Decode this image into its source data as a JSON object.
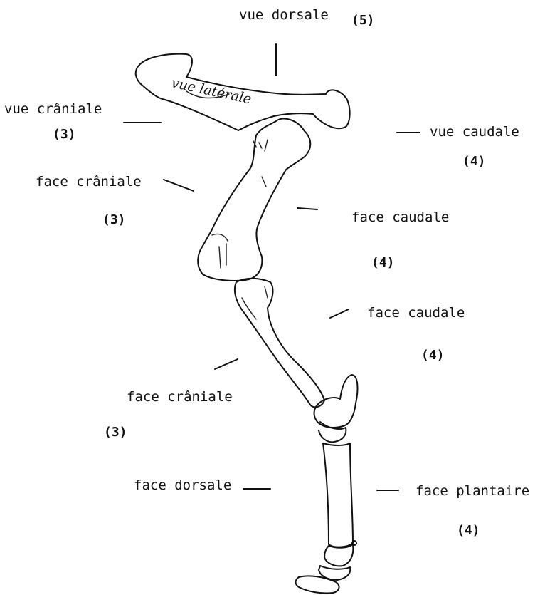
{
  "labels": {
    "vue_dorsale": "vue dorsale",
    "vue_dorsale_num": "(5)",
    "vue_laterale": "vue latérale",
    "vue_craniale": "vue crâniale",
    "vue_craniale_num": "(3)",
    "vue_caudale": "vue caudale",
    "vue_caudale_num": "(4)",
    "face_craniale_1": "face crâniale",
    "face_craniale_1_num": "(3)",
    "face_caudale_1": "face caudale",
    "face_caudale_1_num": "(4)",
    "face_caudale_2": "face caudale",
    "face_caudale_2_num": "(4)",
    "face_craniale_2": "face crâniale",
    "face_craniale_2_num": "(3)",
    "face_dorsale": "face dorsale",
    "face_plantaire": "face plantaire",
    "face_plantaire_num": "(4)"
  }
}
